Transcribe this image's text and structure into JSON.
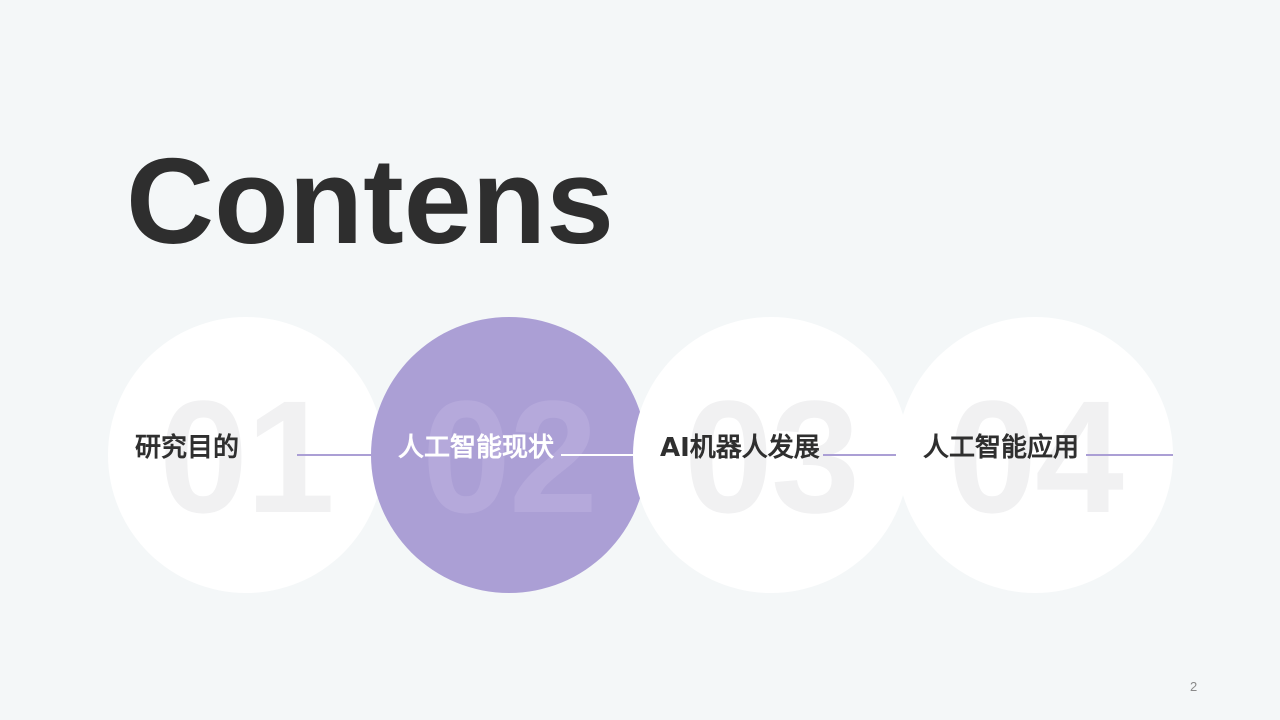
{
  "slide": {
    "title": "Contens",
    "page_number": "2",
    "accent_color": "#ab9fd5",
    "background_color": "#f4f7f8"
  },
  "items": [
    {
      "number": "01",
      "label": "研究目的",
      "active": false
    },
    {
      "number": "02",
      "label": "人工智能现状",
      "active": true
    },
    {
      "number": "03",
      "label": "AI机器人发展",
      "active": false
    },
    {
      "number": "04",
      "label": "人工智能应用",
      "active": false
    }
  ]
}
